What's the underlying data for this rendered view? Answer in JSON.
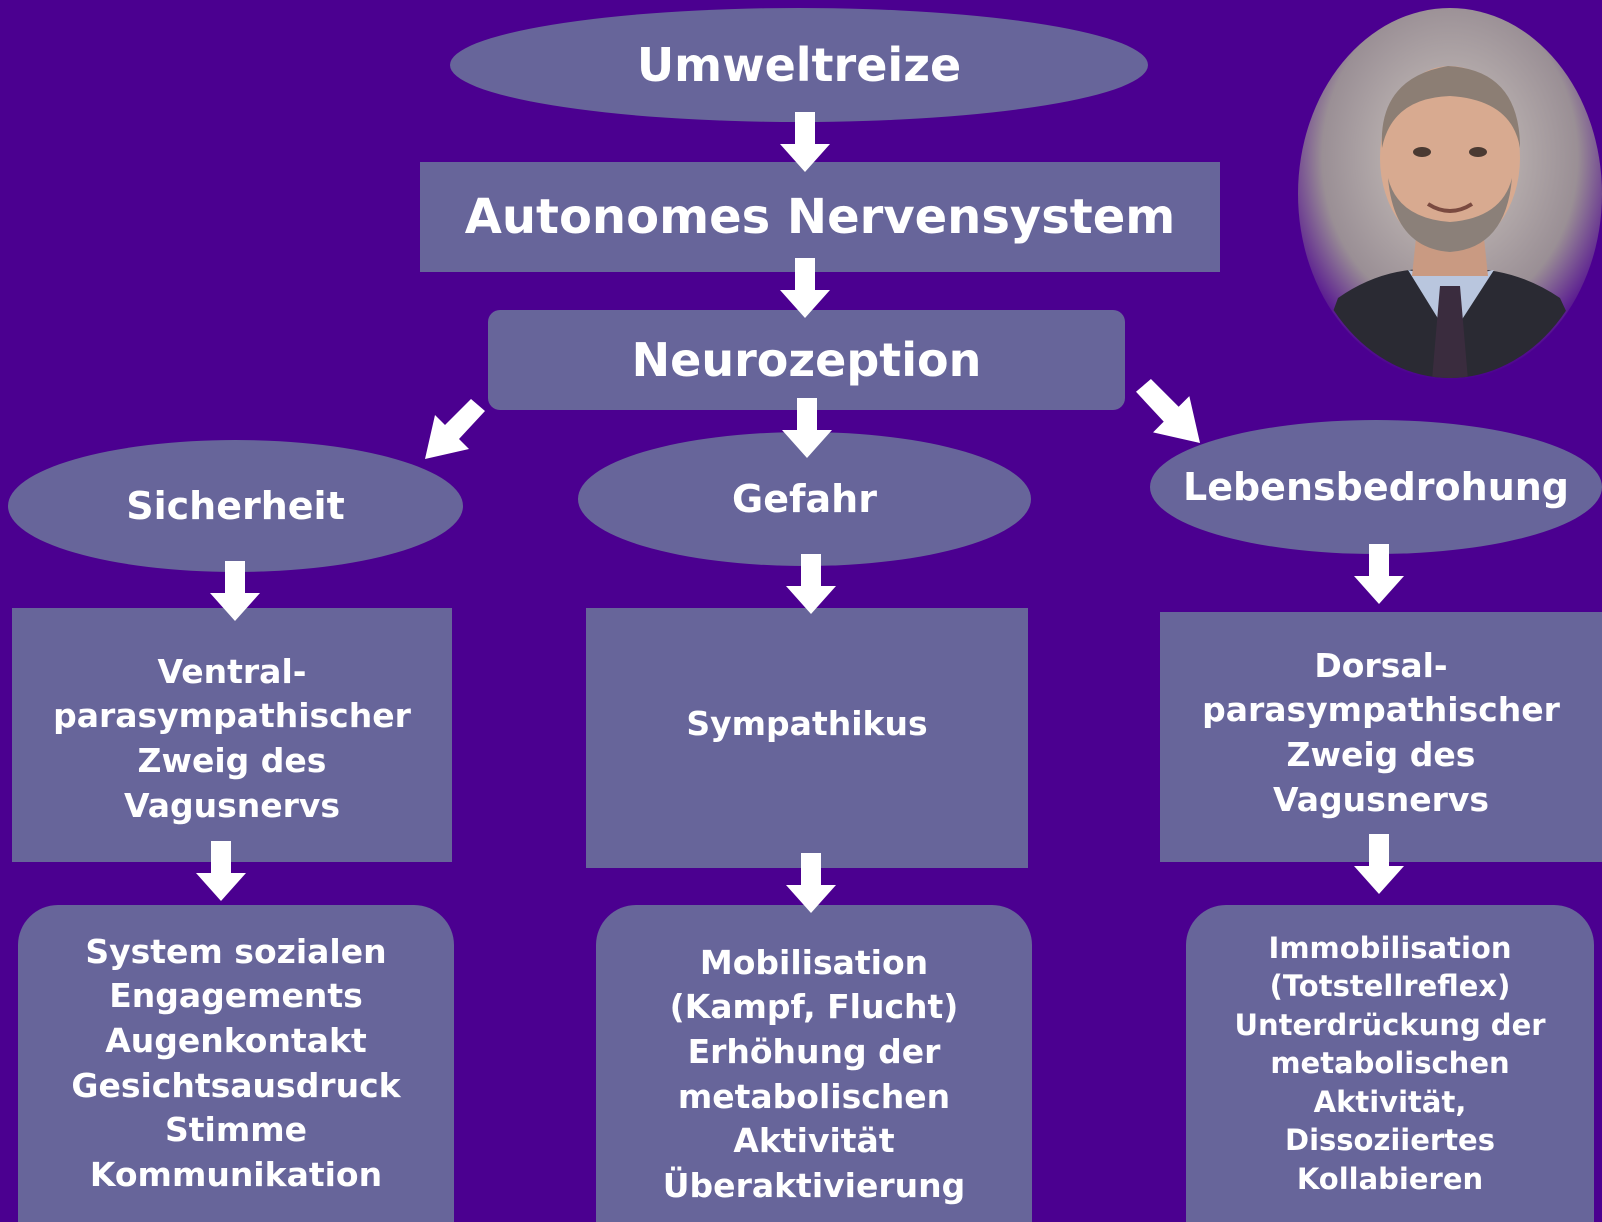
{
  "diagram": {
    "top": {
      "label": "Umweltreize"
    },
    "ans": {
      "label": "Autonomes Nervensystem"
    },
    "neuro": {
      "label": "Neurozeption"
    },
    "branches": [
      {
        "state": "Sicherheit",
        "system": "Ventral-\nparasympathischer\nZweig des\nVagusnervs",
        "response": "System sozialen\nEngagements\nAugenkontakt\nGesichtsausdruck\nStimme\nKommunikation"
      },
      {
        "state": "Gefahr",
        "system": "Sympathikus",
        "response": "Mobilisation\n(Kampf, Flucht)\nErhöhung der\nmetabolischen\nAktivität\nÜberaktivierung"
      },
      {
        "state": "Lebensbedrohung",
        "system": "Dorsal-\nparasympathischer\nZweig des\nVagusnervs",
        "response": "Immobilisation\n(Totstellreflex)\nUnterdrückung der\nmetabolischen\nAktivität,\nDissoziiertes\nKollabieren"
      }
    ]
  },
  "colors": {
    "background": "#4b0090",
    "node_fill": "#67659a",
    "text": "#ffffff",
    "arrow": "#ffffff"
  },
  "icons": [
    "down-arrow-icon",
    "diagonal-arrow-icon",
    "portrait-photo"
  ]
}
